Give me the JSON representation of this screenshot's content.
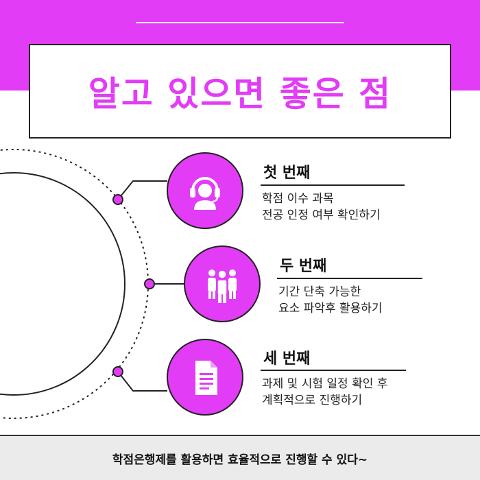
{
  "colors": {
    "accent": "#e23cf6",
    "outline": "#222222",
    "footer_bg": "#ebebeb"
  },
  "header": {
    "title": "알고 있으면 좋은 점"
  },
  "items": [
    {
      "title": "첫 번째",
      "description": "학점 이수 과목\n전공 인정 여부 확인하기",
      "icon": "headset-icon"
    },
    {
      "title": "두 번째",
      "description": "기간 단축 가능한\n요소 파악후 활용하기",
      "icon": "group-icon"
    },
    {
      "title": "세 번째",
      "description": "과제 및 시험 일정 확인 후\n계획적으로 진행하기",
      "icon": "document-icon"
    }
  ],
  "footer": {
    "text": "학점은행제를 활용하면 효율적으로 진행할 수 있다~"
  }
}
